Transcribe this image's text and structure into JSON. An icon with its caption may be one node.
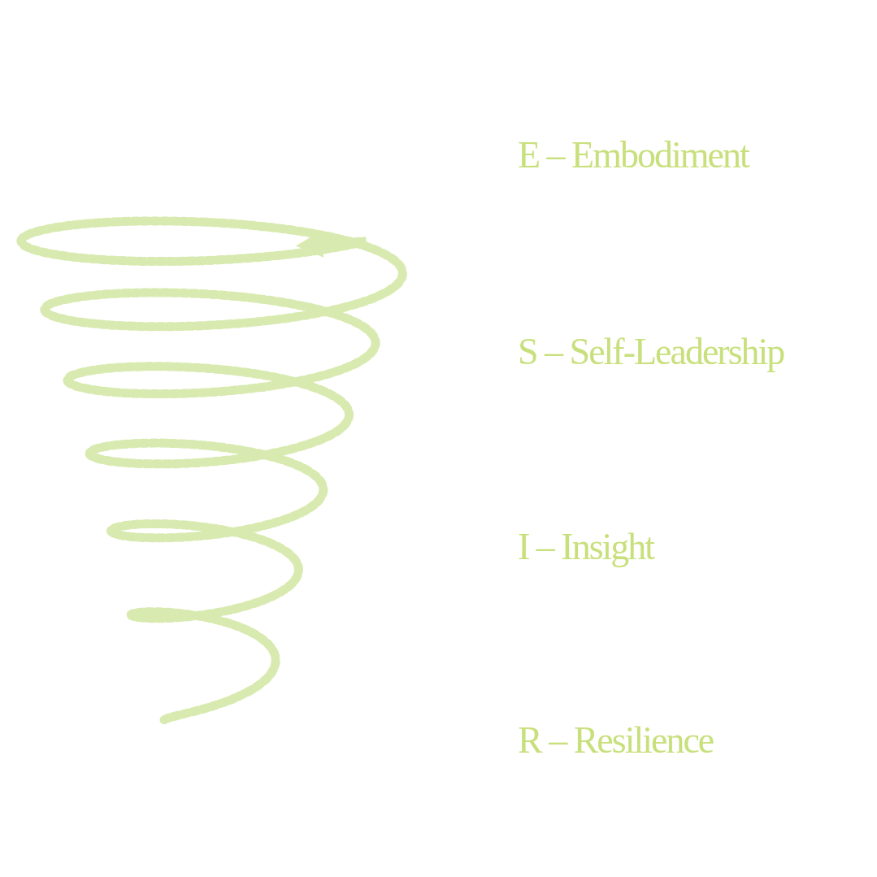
{
  "diagram": {
    "labels": [
      "E – Embodiment",
      "S – Self-Leadership",
      "I – Insight",
      "R – Resilience"
    ]
  }
}
